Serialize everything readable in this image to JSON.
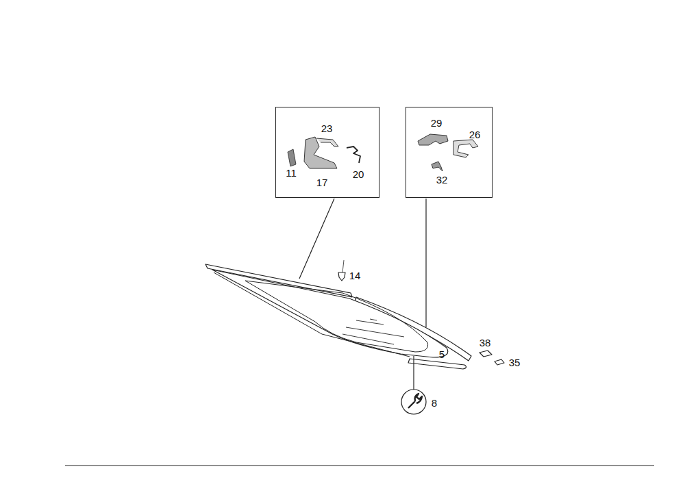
{
  "diagram": {
    "nodes": [
      {
        "text": [
          "23",
          "11",
          "17",
          "20"
        ]
      },
      {
        "text": [
          "29",
          "26",
          "32"
        ]
      }
    ],
    "labels": [
      "14",
      "5",
      "38",
      "35",
      "8"
    ]
  }
}
